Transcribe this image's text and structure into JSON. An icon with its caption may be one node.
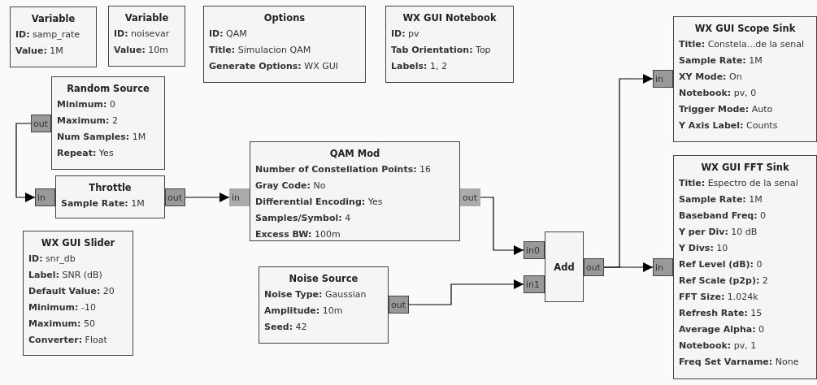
{
  "diagram": {
    "nodes": [
      {
        "text": [
          "Variable",
          "**ID:** samp_rate",
          "**Value:** 1M"
        ]
      },
      {
        "text": [
          "Variable",
          "**ID:** noisevar",
          "**Value:** 10m"
        ]
      },
      {
        "text": [
          "Options",
          "**ID:** QAM",
          "**Title:** Simulacion QAM",
          "**Generate Options:** WX GUI"
        ]
      },
      {
        "text": [
          "WX GUI Notebook",
          "**ID:** pv",
          "**Tab Orientation:** Top",
          "**Labels:** 1, 2"
        ]
      },
      {
        "text": [
          "Random Source",
          "**Minimum:** 0",
          "**Maximum:** 2",
          "**Num Samples:** 1M",
          "**Repeat:** Yes"
        ]
      },
      {
        "text": [
          "out"
        ]
      },
      {
        "text": [
          "Throttle",
          "**Sample Rate:** 1M"
        ]
      },
      {
        "text": [
          "in"
        ]
      },
      {
        "text": [
          "out"
        ]
      },
      {
        "text": [
          "QAM Mod",
          "**Number of Constellation Points:** 16",
          "**Gray Code:** No",
          "**Differential Encoding:** Yes",
          "**Samples/Symbol:** 4",
          "**Excess BW:** 100m"
        ]
      },
      {
        "text": [
          "in"
        ]
      },
      {
        "text": [
          "out"
        ]
      },
      {
        "text": [
          "WX GUI Slider",
          "**ID:** snr_db",
          "**Label:** SNR (dB)",
          "**Default Value:** 20",
          "**Minimum:** -10",
          "**Maximum:** 50",
          "**Converter:** Float"
        ]
      },
      {
        "text": [
          "Noise Source",
          "**Noise Type:** Gaussian",
          "**Amplitude:** 10m",
          "**Seed:** 42"
        ]
      },
      {
        "text": [
          "out"
        ]
      },
      {
        "text": [
          "Add"
        ]
      },
      {
        "text": [
          "in0"
        ]
      },
      {
        "text": [
          "in1"
        ]
      },
      {
        "text": [
          "out"
        ]
      },
      {
        "text": [
          "WX GUI Scope Sink",
          "**Title:** Constela...de la senal",
          "**Sample Rate:** 1M",
          "**XY Mode:** On",
          "**Notebook:** pv, 0",
          "**Trigger Mode:** Auto",
          "**Y Axis Label:** Counts"
        ]
      },
      {
        "text": [
          "in"
        ]
      },
      {
        "text": [
          "WX GUI FFT Sink",
          "**Title:** Espectro de la senal",
          "**Sample Rate:** 1M",
          "**Baseband Freq:** 0",
          "**Y per Div:** 10 dB",
          "**Y Divs:** 10",
          "**Ref Level (dB):** 0",
          "**Ref Scale (p2p):** 2",
          "**FFT Size:** 1.024k",
          "**Refresh Rate:** 15",
          "**Average Alpha:** 0",
          "**Notebook:** pv, 1",
          "**Freq Set Varname:** None"
        ]
      },
      {
        "text": [
          "in"
        ]
      }
    ],
    "edges": [
      {
        "from": 5,
        "to": 7,
        "arrow": "to"
      },
      {
        "from": 8,
        "to": 10,
        "arrow": "to"
      },
      {
        "from": 11,
        "to": 16,
        "arrow": "to"
      },
      {
        "from": 14,
        "to": 17,
        "arrow": "to"
      },
      {
        "from": 18,
        "to": 20,
        "arrow": "to"
      },
      {
        "from": 18,
        "to": 22,
        "arrow": "to"
      }
    ]
  }
}
